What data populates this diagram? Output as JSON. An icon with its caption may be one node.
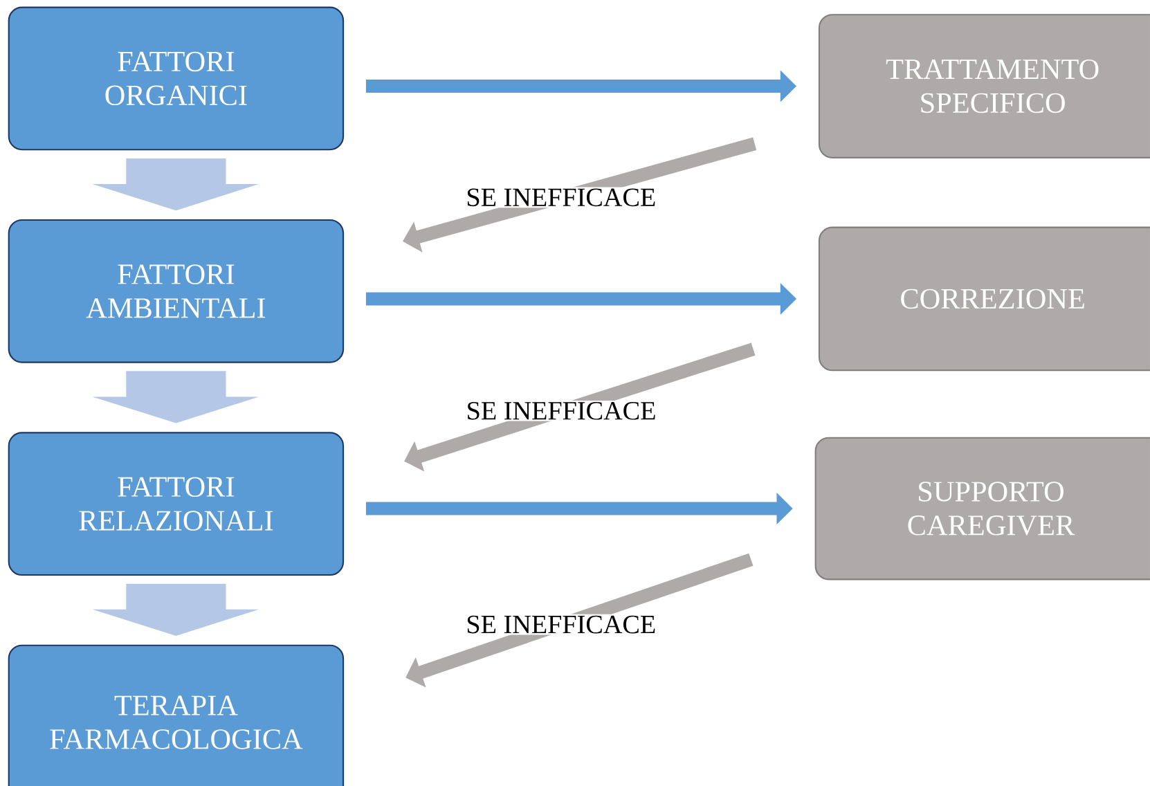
{
  "diagram": {
    "nodes": [
      {
        "text": [
          "FATTORI ORGANICI"
        ]
      },
      {
        "text": [
          "FATTORI AMBIENTALI"
        ]
      },
      {
        "text": [
          "FATTORI RELAZIONALI"
        ]
      },
      {
        "text": [
          "TERAPIA FARMACOLOGICA"
        ]
      },
      {
        "text": [
          "TRATTAMENTO SPECIFICO"
        ]
      },
      {
        "text": [
          "CORREZIONE"
        ]
      },
      {
        "text": [
          "SUPPORTO CAREGIVER"
        ]
      }
    ],
    "edges": [
      {
        "from": 0,
        "to": 4,
        "arrow": "to",
        "color": "#5b9bd5"
      },
      {
        "from": 4,
        "to": 1,
        "arrow": "to",
        "label": "SE INEFFICACE",
        "color": "#aeaaaa"
      },
      {
        "from": 1,
        "to": 5,
        "arrow": "to",
        "color": "#5b9bd5"
      },
      {
        "from": 5,
        "to": 2,
        "arrow": "to",
        "label": "SE INEFFICACE",
        "color": "#aeaaaa"
      },
      {
        "from": 2,
        "to": 6,
        "arrow": "to",
        "color": "#5b9bd5"
      },
      {
        "from": 6,
        "to": 3,
        "arrow": "to",
        "label": "SE INEFFICACE",
        "color": "#aeaaaa"
      },
      {
        "from": 0,
        "to": 1,
        "arrow": "to",
        "style": "thick",
        "color": "#b4c7e7"
      },
      {
        "from": 1,
        "to": 2,
        "arrow": "to",
        "style": "thick",
        "color": "#b4c7e7"
      },
      {
        "from": 2,
        "to": 3,
        "arrow": "to",
        "style": "thick",
        "color": "#b4c7e7"
      }
    ]
  }
}
